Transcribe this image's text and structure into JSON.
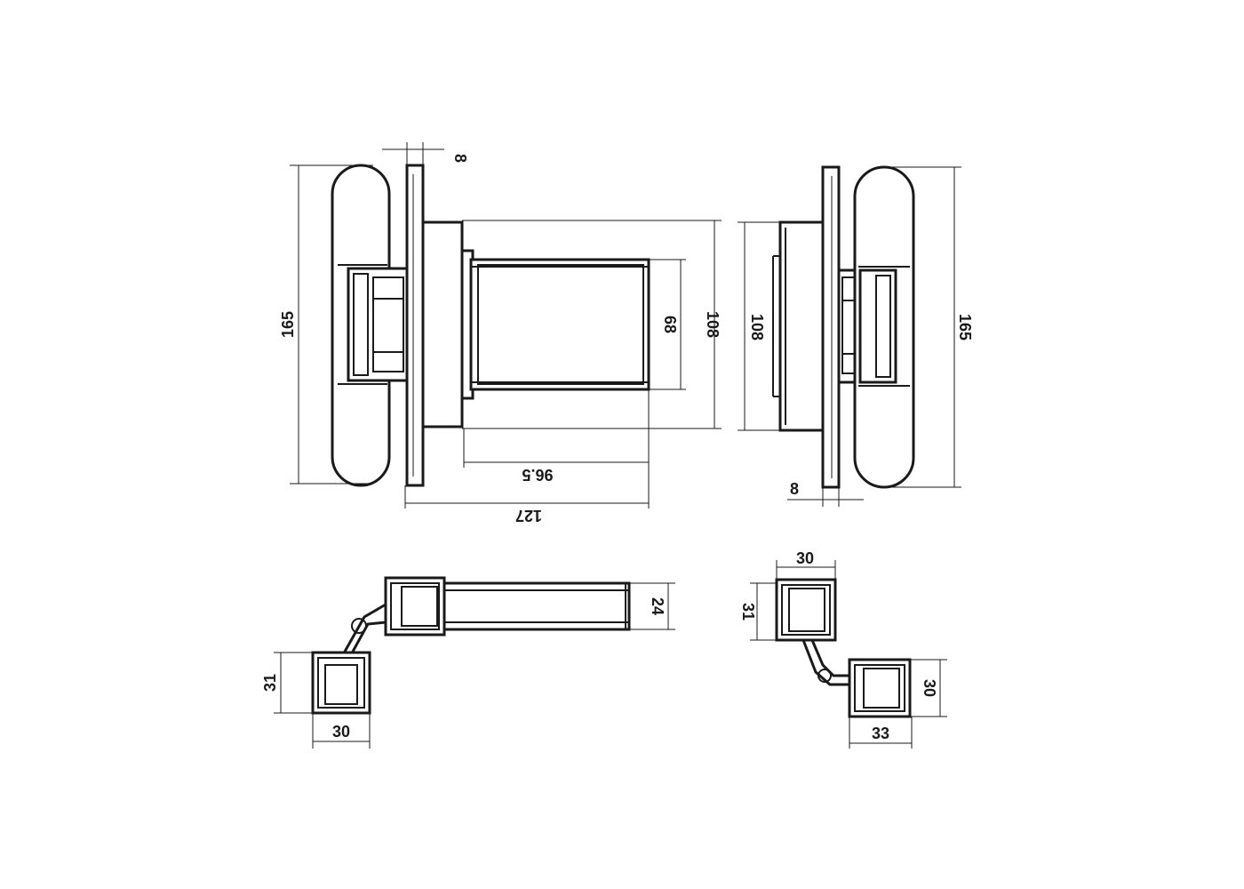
{
  "drawing": {
    "dims": {
      "front_flange_thickness": "8",
      "front_overall_height": "165",
      "front_body_height": "108",
      "front_inner_height": "68",
      "front_inner_depth": "96.5",
      "front_overall_depth": "127",
      "side_body_height": "108",
      "side_overall_height": "165",
      "side_flange_thickness": "8",
      "open_arm_width": "24",
      "open_block_height": "31",
      "open_block_width": "30",
      "closed_top_width": "30",
      "closed_top_height": "31",
      "closed_bottom_height": "30",
      "closed_bottom_width": "33"
    }
  }
}
